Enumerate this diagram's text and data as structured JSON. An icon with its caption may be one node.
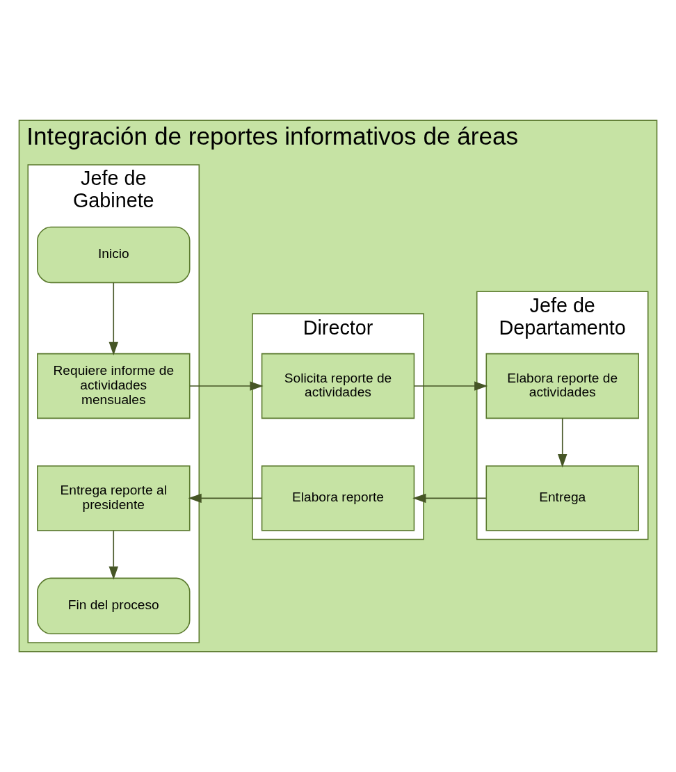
{
  "diagram": {
    "nodes": [
      {
        "text": [
          "Integración de reportes informativos de áreas"
        ]
      },
      {
        "text": [
          "Jefe de Gabinete"
        ],
        "in": 0
      },
      {
        "text": [
          "Director"
        ],
        "in": 0
      },
      {
        "text": [
          "Jefe de Departamento"
        ],
        "in": 0
      },
      {
        "text": [
          "Inicio"
        ],
        "in": 1
      },
      {
        "text": [
          "Requiere informe de actividades mensuales"
        ],
        "in": 1
      },
      {
        "text": [
          "Solicita reporte de actividades"
        ],
        "in": 2
      },
      {
        "text": [
          "Elabora reporte de actividades"
        ],
        "in": 3
      },
      {
        "text": [
          "Entrega"
        ],
        "in": 3
      },
      {
        "text": [
          "Elabora reporte"
        ],
        "in": 2
      },
      {
        "text": [
          "Entrega reporte al presidente"
        ],
        "in": 1
      },
      {
        "text": [
          "Fin del proceso"
        ],
        "in": 1
      }
    ],
    "edges": [
      {
        "from": 4,
        "to": 5,
        "arrow": "to"
      },
      {
        "from": 5,
        "to": 6,
        "arrow": "to"
      },
      {
        "from": 6,
        "to": 7,
        "arrow": "to"
      },
      {
        "from": 7,
        "to": 8,
        "arrow": "to"
      },
      {
        "from": 8,
        "to": 9,
        "arrow": "to"
      },
      {
        "from": 9,
        "to": 10,
        "arrow": "to"
      },
      {
        "from": 10,
        "to": 11,
        "arrow": "to"
      }
    ]
  }
}
